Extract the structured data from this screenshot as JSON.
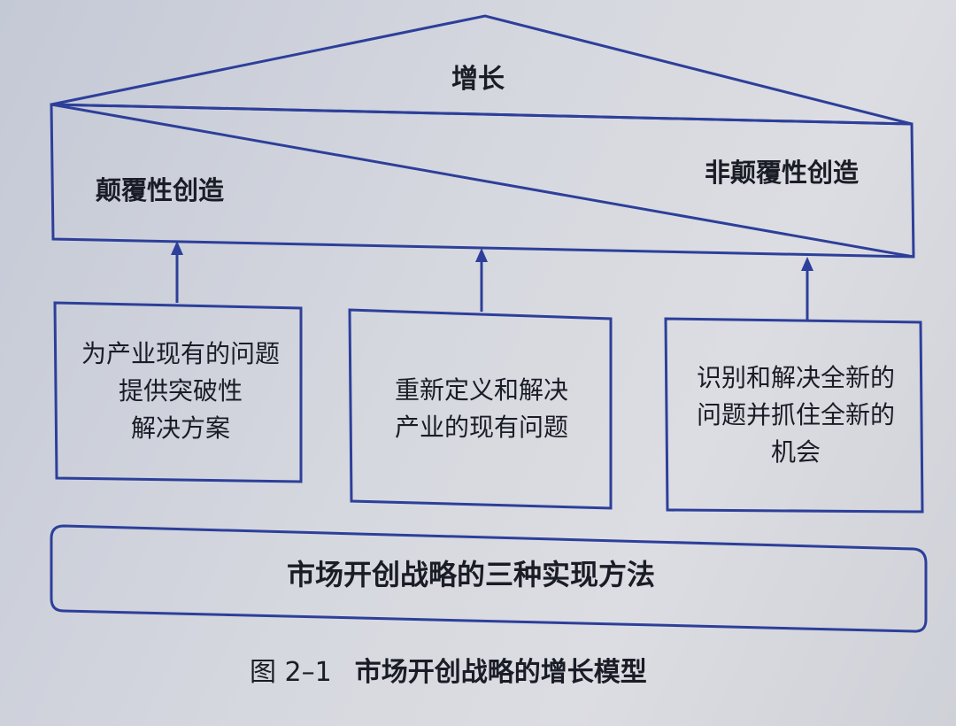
{
  "diagram": {
    "top_label": "增长",
    "left_label": "颠覆性创造",
    "right_label": "非颠覆性创造",
    "boxes": [
      {
        "lines": [
          "为产业现有的问题",
          "提供突破性",
          "解决方案"
        ]
      },
      {
        "lines": [
          "重新定义和解决",
          "产业的现有问题"
        ]
      },
      {
        "lines": [
          "识别和解决全新的",
          "问题并抓住全新的",
          "机会"
        ]
      }
    ],
    "bottom_bar": "市场开创战略的三种实现方法",
    "caption": {
      "number": "图 2–1",
      "title": "市场开创战略的增长模型"
    }
  },
  "colors": {
    "line": "#2d3f9a",
    "text": "#1a1c26"
  }
}
